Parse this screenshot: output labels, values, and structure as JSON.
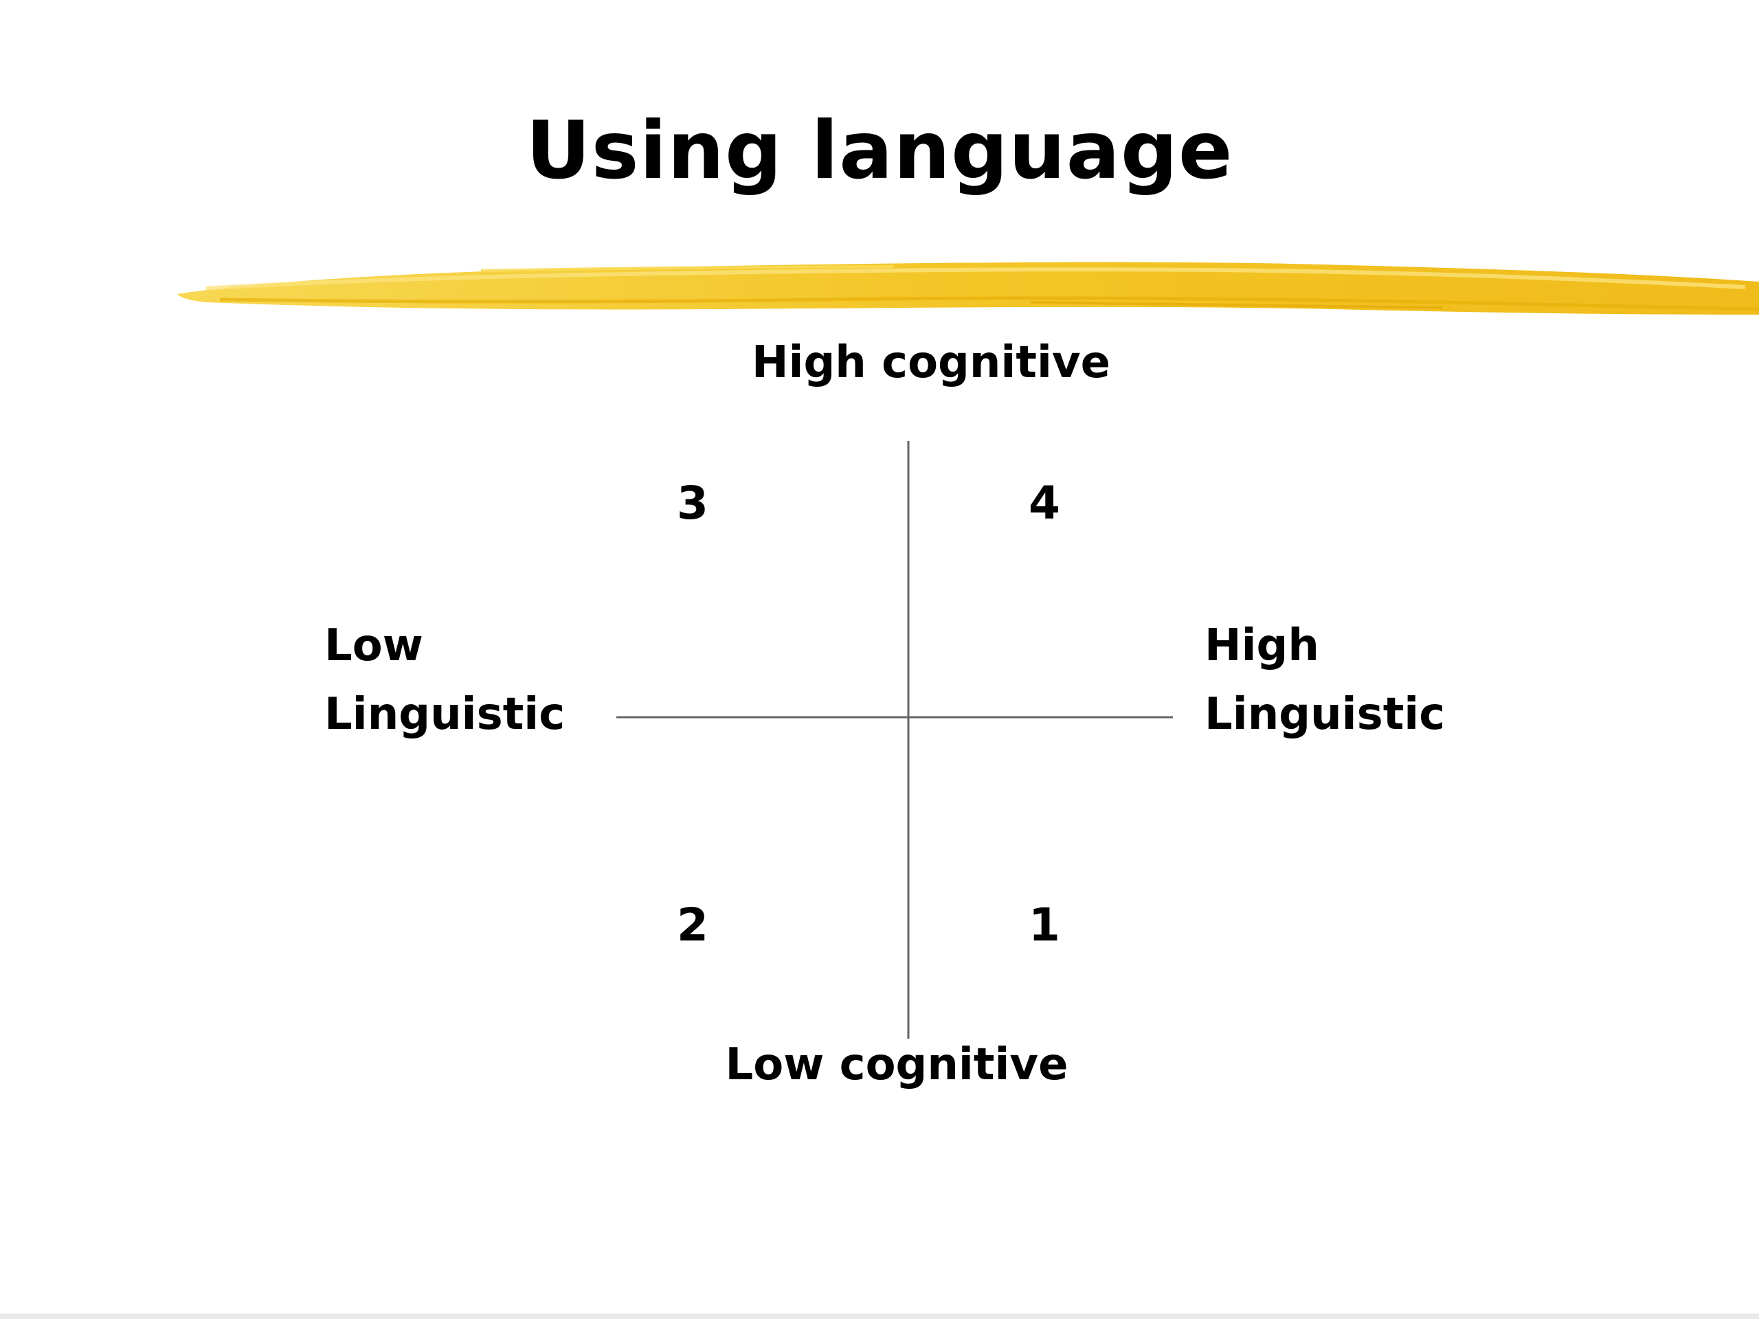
{
  "slide": {
    "title": "Using language",
    "accent_color": "#F2C21A",
    "axis_color": "#666666"
  },
  "diagram": {
    "top_label": "High cognitive",
    "bottom_label": "Low cognitive",
    "left_label": [
      "Low",
      "Linguistic"
    ],
    "right_label": [
      "High",
      "Linguistic"
    ],
    "quadrants": {
      "top_left": "3",
      "top_right": "4",
      "bottom_left": "2",
      "bottom_right": "1"
    }
  }
}
